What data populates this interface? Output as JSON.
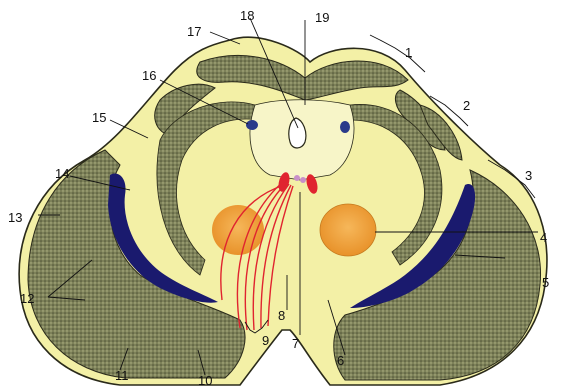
{
  "figure": {
    "labels": [
      "1",
      "2",
      "3",
      "4",
      "5",
      "6",
      "7",
      "8",
      "9",
      "10",
      "11",
      "12",
      "13",
      "14",
      "15",
      "16",
      "17",
      "18",
      "19"
    ]
  },
  "colors": {
    "background": "#ffffff",
    "yellow_tissue": "#f3f0a6",
    "dark_stipple": "#6f7452",
    "dentate_nucleus": "#1a1a6e",
    "red_fibers": "#e0242f",
    "orange_nucleus": "#f0a838",
    "outline": "#2a2a1a"
  }
}
